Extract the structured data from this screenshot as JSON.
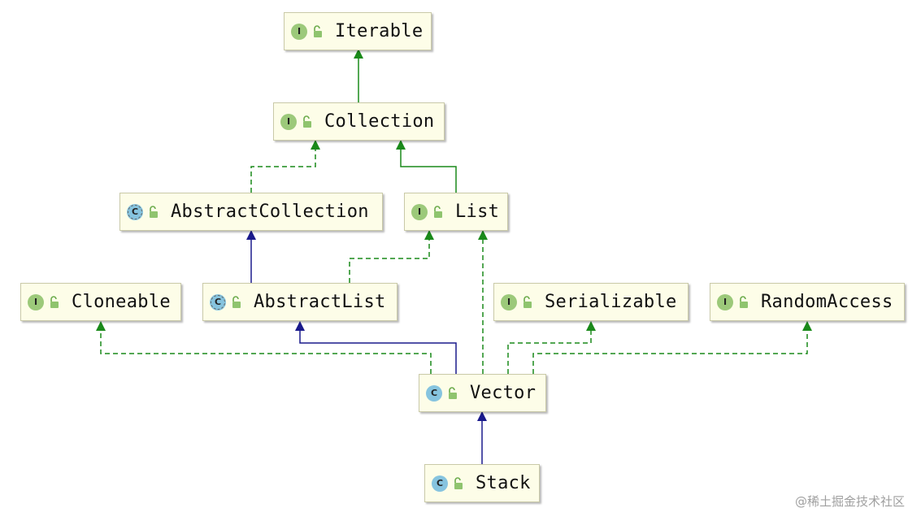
{
  "nodes": [
    {
      "id": "iterable",
      "label": "Iterable",
      "kind": "interface",
      "badge": "I"
    },
    {
      "id": "collection",
      "label": "Collection",
      "kind": "interface",
      "badge": "I"
    },
    {
      "id": "abstractcollection",
      "label": "AbstractCollection",
      "kind": "abstract",
      "badge": "C"
    },
    {
      "id": "list",
      "label": "List",
      "kind": "interface",
      "badge": "I"
    },
    {
      "id": "cloneable",
      "label": "Cloneable",
      "kind": "interface",
      "badge": "I"
    },
    {
      "id": "abstractlist",
      "label": "AbstractList",
      "kind": "abstract",
      "badge": "C"
    },
    {
      "id": "serializable",
      "label": "Serializable",
      "kind": "interface",
      "badge": "I"
    },
    {
      "id": "randomaccess",
      "label": "RandomAccess",
      "kind": "interface",
      "badge": "I"
    },
    {
      "id": "vector",
      "label": "Vector",
      "kind": "class",
      "badge": "C"
    },
    {
      "id": "stack",
      "label": "Stack",
      "kind": "class",
      "badge": "C"
    }
  ],
  "edges": [
    {
      "from": "collection",
      "to": "iterable",
      "type": "extends"
    },
    {
      "from": "abstractcollection",
      "to": "collection",
      "type": "implements"
    },
    {
      "from": "list",
      "to": "collection",
      "type": "extends"
    },
    {
      "from": "abstractlist",
      "to": "abstractcollection",
      "type": "class-extends"
    },
    {
      "from": "abstractlist",
      "to": "list",
      "type": "implements"
    },
    {
      "from": "vector",
      "to": "cloneable",
      "type": "implements"
    },
    {
      "from": "vector",
      "to": "abstractlist",
      "type": "class-extends"
    },
    {
      "from": "vector",
      "to": "list",
      "type": "implements"
    },
    {
      "from": "vector",
      "to": "serializable",
      "type": "implements"
    },
    {
      "from": "vector",
      "to": "randomaccess",
      "type": "implements"
    },
    {
      "from": "stack",
      "to": "vector",
      "type": "class-extends"
    }
  ],
  "colors": {
    "interface_badge": "#9cc97a",
    "class_badge": "#86c4df",
    "node_background": "#fdfde8",
    "extends_edge": "#1a8a1a",
    "implements_edge": "#1a8a1a",
    "class_extends_edge": "#1a1a8c"
  },
  "watermark": "@稀土掘金技术社区"
}
